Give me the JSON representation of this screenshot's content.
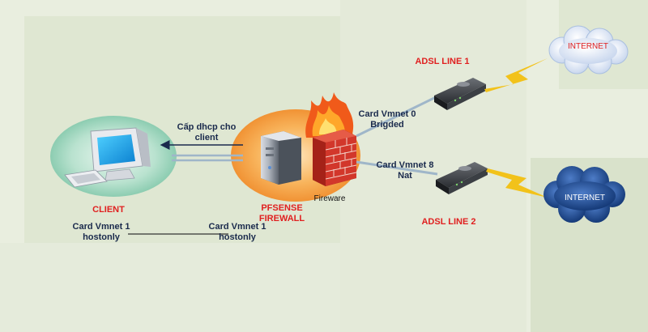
{
  "client": {
    "label": "CLIENT",
    "card_line1": "Card Vmnet 1",
    "card_line2": "hostonly"
  },
  "firewall": {
    "label_line1": "PFSENSE",
    "label_line2": "FIREWALL",
    "fireware_label": "Fireware",
    "card_left_line1": "Card Vmnet 1",
    "card_left_line2": "hostonly"
  },
  "dhcp": {
    "line1": "Cấp dhcp cho",
    "line2": "client"
  },
  "link_top": {
    "card_line1": "Card Vmnet 0",
    "card_line2": "Brigded"
  },
  "link_bottom": {
    "card_line1": "Card Vmnet 8",
    "card_line2": "Nat"
  },
  "adsl1": {
    "label": "ADSL LINE 1"
  },
  "adsl2": {
    "label": "ADSL LINE 2"
  },
  "internet1": {
    "label": "INTERNET"
  },
  "internet2": {
    "label": "INTERNET"
  },
  "colors": {
    "label_red": "#e02020",
    "label_navy": "#1a2a4c",
    "lightning": "#f2c21a",
    "cloud_light": "#dde6f4",
    "cloud_dark": "#1e3f7a"
  }
}
